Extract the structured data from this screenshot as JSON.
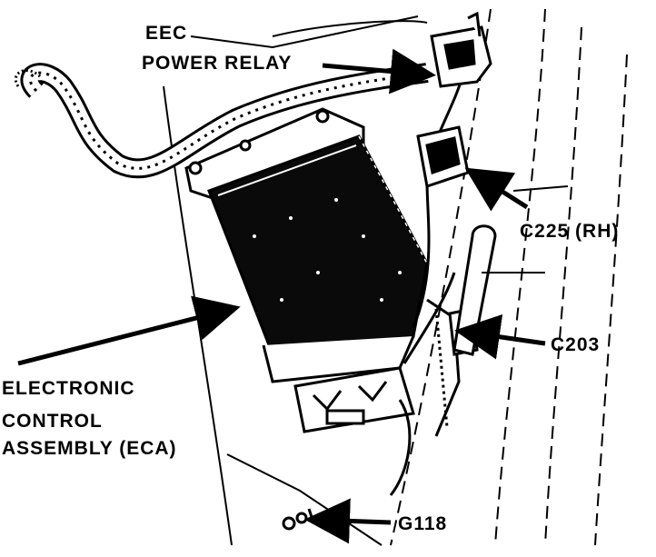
{
  "labels": {
    "eec_line1": "EEC",
    "eec_line2": "POWER RELAY",
    "c225": "C225 (RH)",
    "c203": "C203",
    "eca_line1": "ELECTRONIC",
    "eca_line2": "CONTROL",
    "eca_line3": "ASSEMBLY (ECA)",
    "g118": "G118"
  },
  "colors": {
    "ink": "#000000",
    "paper": "#ffffff"
  }
}
